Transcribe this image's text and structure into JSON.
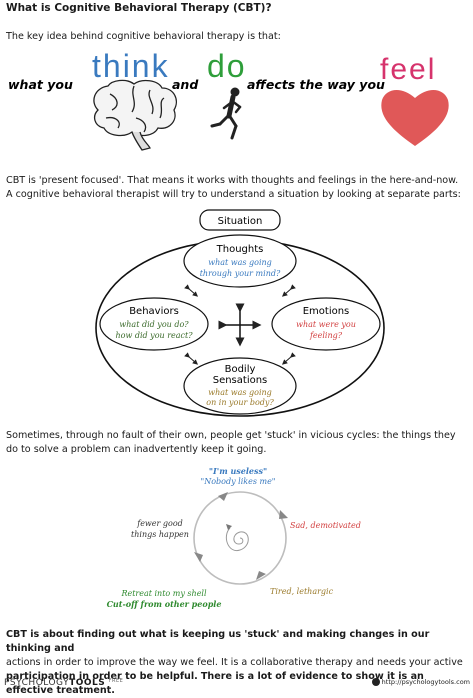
{
  "title": "What is Cognitive Behavioral Therapy (CBT)?",
  "intro": "The key idea behind cognitive behavioral therapy is that:",
  "tagline": {
    "part1": "what you",
    "word1": "think",
    "part2": "and",
    "word2": "do",
    "part3": "affects the way you",
    "word3": "feel"
  },
  "paragraph1": {
    "line1": "CBT is 'present focused'.  That means it works with thoughts and feelings in the here-and-now.",
    "line2": "A cognitive behavioral therapist will try to understand a situation by looking at separate parts:"
  },
  "diagram": {
    "situation": "Situation",
    "thoughts": {
      "label": "Thoughts",
      "q1": "what was going",
      "q2": "through your mind?"
    },
    "behaviors": {
      "label": "Behaviors",
      "q1": "what did you do?",
      "q2": "how did you react?"
    },
    "emotions": {
      "label": "Emotions",
      "q1": "what were you",
      "q2": "feeling?"
    },
    "bodily": {
      "label1": "Bodily",
      "label2": "Sensations",
      "q1": "what was going",
      "q2": "on in your body?"
    }
  },
  "paragraph2": {
    "line1": "Sometimes, through no fault of their own,  people get 'stuck' in vicious cycles: the things they",
    "line2": "do to solve a problem can inadvertently keep it going."
  },
  "cycle": {
    "top1": "\"I'm useless\"",
    "top2": "\"Nobody likes me\"",
    "right": "Sad, demotivated",
    "bottom_right": "Tired, lethargic",
    "bottom_left1": "Retreat into my shell",
    "bottom_left2": "Cut-off from other people",
    "left1": "fewer good",
    "left2": "things happen"
  },
  "paragraph3": {
    "line1": "CBT is about finding out what is keeping us 'stuck' and making changes in our thinking and",
    "line2": "actions in order to improve the way we feel.  It is a collaborative therapy and needs your active",
    "line3a": "participation in order to be helpful.",
    "line3b": "There is a lot of evidence to show it is an effective treatment."
  },
  "footer": {
    "brand1": "PSYCHOLOGY",
    "brand2": "TOOLS",
    "brand3": "FREE",
    "url": "http://psychologytools.com"
  },
  "colors": {
    "think": "#3a7abf",
    "do": "#2e9e3a",
    "feel": "#d6336c",
    "heart": "#e05858",
    "thought_q": "#3a7abf",
    "emotion_q": "#d24040",
    "body_q": "#9a7a2a",
    "behavior_q": "#3a6a2a",
    "cycle_green": "#2e8a2e"
  }
}
